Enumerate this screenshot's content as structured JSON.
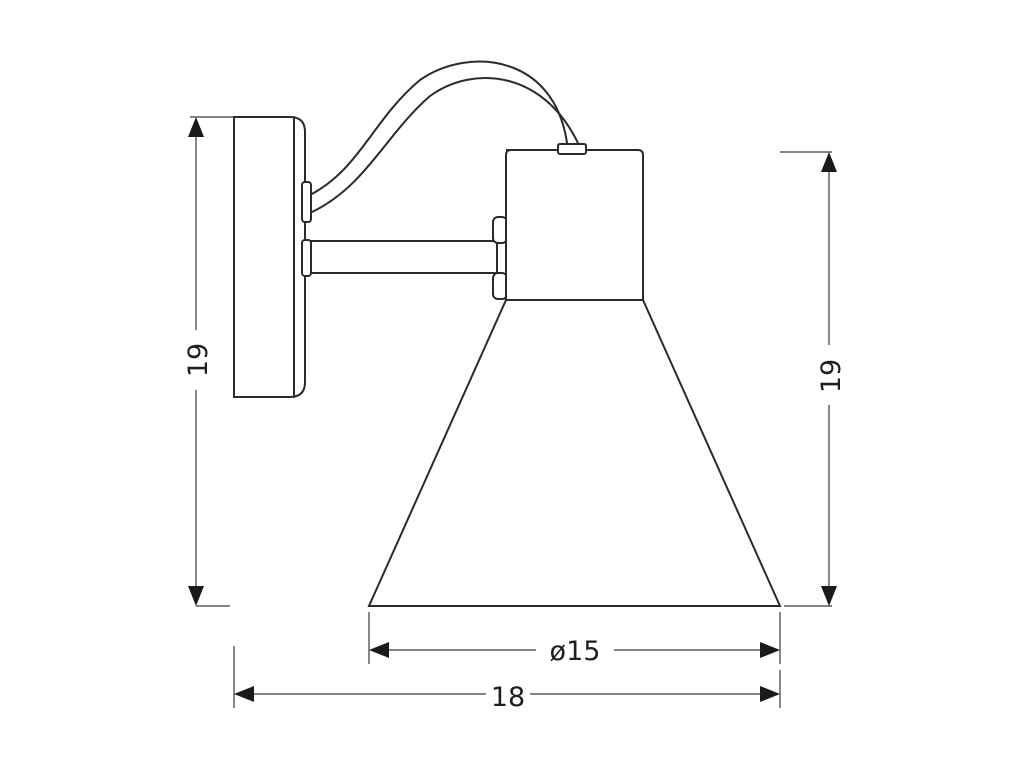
{
  "dimensions": {
    "height_left": "19",
    "height_right": "19",
    "shade_diameter": "ø15",
    "total_width": "18"
  }
}
